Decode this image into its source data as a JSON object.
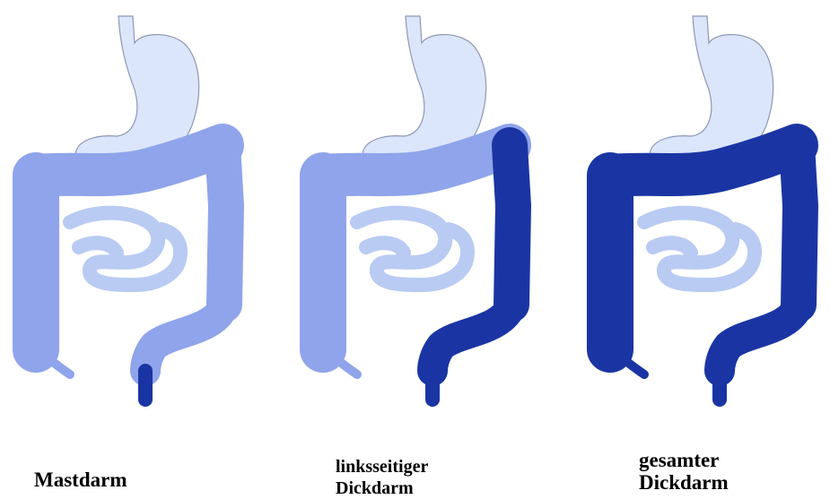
{
  "colors": {
    "stomach": "#dbe6fb",
    "intestine": "#b9cbf3",
    "colon": "#8fa4ea",
    "inflamed": "#1a35a3",
    "outline": "#8d97b5"
  },
  "panels": [
    {
      "caption_lines": [
        "Mastdarm"
      ],
      "inflamed_segments": [
        "rectum"
      ]
    },
    {
      "caption_lines": [
        "linksseitiger",
        "Dickdarm"
      ],
      "inflamed_segments": [
        "descending",
        "sigmoid",
        "rectum"
      ]
    },
    {
      "caption_lines": [
        "gesamter",
        "Dickdarm"
      ],
      "inflamed_segments": [
        "ascending",
        "transverse",
        "descending",
        "sigmoid",
        "rectum"
      ]
    }
  ]
}
